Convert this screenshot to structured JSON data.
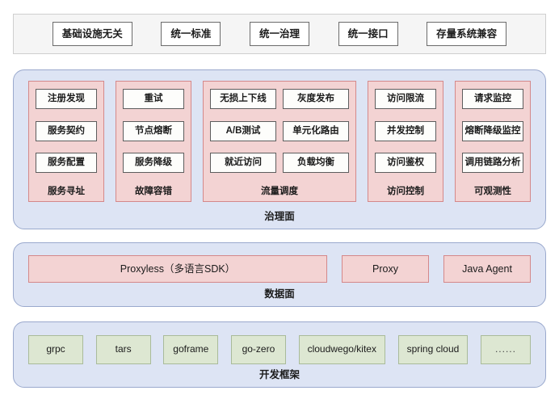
{
  "principles": {
    "items": [
      {
        "label": "基础设施无关"
      },
      {
        "label": "统一标准"
      },
      {
        "label": "统一治理"
      },
      {
        "label": "统一接口"
      },
      {
        "label": "存量系统兼容"
      }
    ]
  },
  "governance_plane": {
    "label": "治理面",
    "groups": [
      {
        "name": "服务寻址",
        "columns": 1,
        "items": [
          "注册发现",
          "服务契约",
          "服务配置"
        ]
      },
      {
        "name": "故障容错",
        "columns": 1,
        "items": [
          "重试",
          "节点熔断",
          "服务降级"
        ]
      },
      {
        "name": "流量调度",
        "columns": 2,
        "items": [
          "无损上下线",
          "灰度发布",
          "A/B测试",
          "单元化路由",
          "就近访问",
          "负载均衡"
        ]
      },
      {
        "name": "访问控制",
        "columns": 1,
        "items": [
          "访问限流",
          "并发控制",
          "访问鉴权"
        ]
      },
      {
        "name": "可观测性",
        "columns": 1,
        "items": [
          "请求监控",
          "熔断降级监控",
          "调用链路分析"
        ]
      }
    ]
  },
  "data_plane": {
    "label": "数据面",
    "items": [
      {
        "label": "Proxyless（多语言SDK）",
        "size": "wide"
      },
      {
        "label": "Proxy",
        "size": "small"
      },
      {
        "label": "Java Agent",
        "size": "small"
      }
    ]
  },
  "framework_plane": {
    "label": "开发框架",
    "items": [
      {
        "label": "grpc"
      },
      {
        "label": "tars"
      },
      {
        "label": "goframe"
      },
      {
        "label": "go-zero"
      },
      {
        "label": "cloudwego/kitex"
      },
      {
        "label": "spring cloud"
      },
      {
        "label": "......"
      }
    ]
  },
  "colors": {
    "plane_fill": "#dde4f4",
    "plane_border": "#9aa9cd",
    "group_fill": "#f3d3d3",
    "group_border": "#d4888a",
    "capability_fill": "#fdfdfb",
    "capability_border": "#5d5d5d",
    "framework_fill": "#dde7d2",
    "framework_border": "#a9bb9a",
    "band_fill": "#f5f5f5",
    "band_border": "#cfcfcf"
  }
}
